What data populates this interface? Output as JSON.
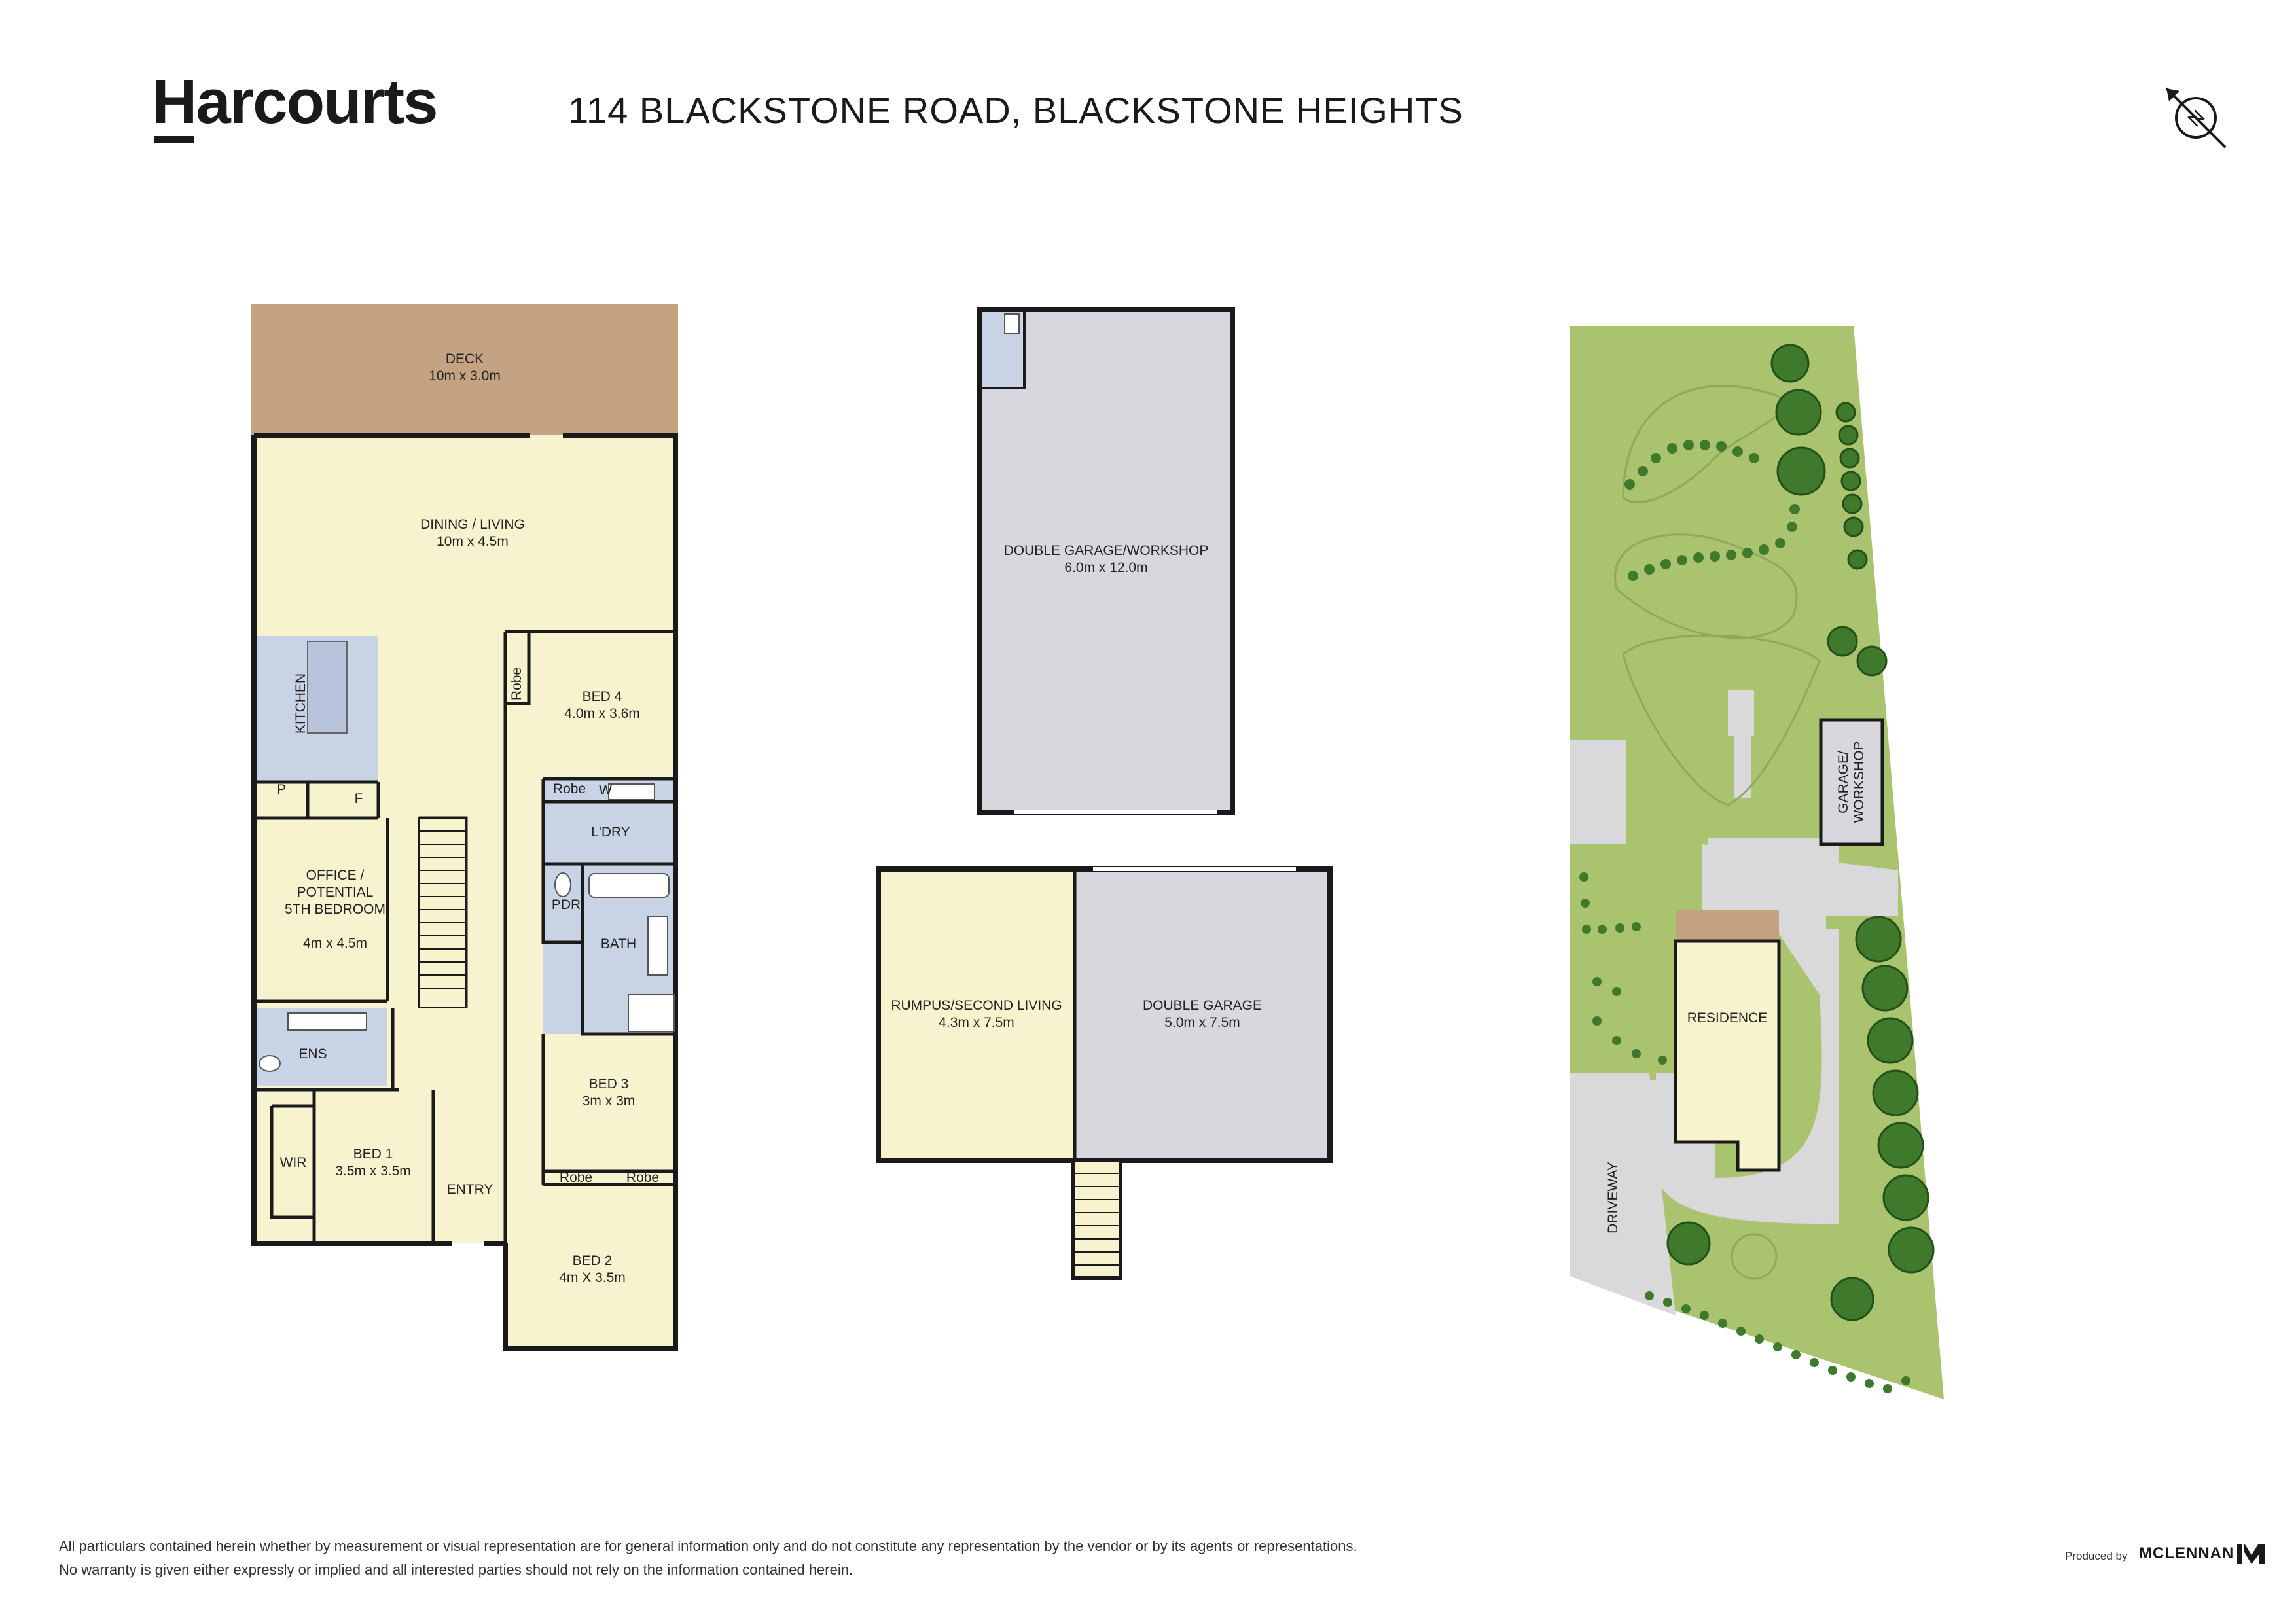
{
  "brand": {
    "logo_text": "Harcourts"
  },
  "header": {
    "address": "114 BLACKSTONE ROAD, BLACKSTONE HEIGHTS"
  },
  "compass": {
    "icon": "north-arrow-icon",
    "letter": "N"
  },
  "colors": {
    "living": "#f7f3cf",
    "wet": "#c9d3e6",
    "garage": "#d7d7dd",
    "deck": "#c3a381",
    "lawn": "#a9c36e",
    "tree": "#3f7a2c",
    "path": "#d9d9dc",
    "wall": "#1a1a1a"
  },
  "main_floor": {
    "deck": {
      "name": "DECK",
      "size": "10m x 3.0m"
    },
    "dining_living": {
      "name": "DINING / LIVING",
      "size": "10m x 4.5m"
    },
    "kitchen": {
      "name": "KITCHEN"
    },
    "pantry": {
      "name": "P"
    },
    "fridge": {
      "name": "F"
    },
    "bed4": {
      "name": "BED 4",
      "size": "4.0m x 3.6m"
    },
    "bed4_robe": {
      "name": "Robe"
    },
    "robe_upper": {
      "name": "Robe"
    },
    "w": {
      "name": "W"
    },
    "laundry": {
      "name": "L'DRY"
    },
    "powder": {
      "name": "PDR"
    },
    "bath": {
      "name": "BATH"
    },
    "office": {
      "name": "OFFICE /\nPOTENTIAL\n5TH BEDROOM",
      "size": "4m x 4.5m"
    },
    "ensuite": {
      "name": "ENS"
    },
    "wir": {
      "name": "WIR"
    },
    "bed1": {
      "name": "BED 1",
      "size": "3.5m x 3.5m"
    },
    "entry": {
      "name": "ENTRY"
    },
    "bed3": {
      "name": "BED 3",
      "size": "3m x 3m"
    },
    "robe_a": {
      "name": "Robe"
    },
    "robe_b": {
      "name": "Robe"
    },
    "bed2": {
      "name": "BED 2",
      "size": "4m X 3.5m"
    }
  },
  "outbuilding": {
    "workshop": {
      "name": "DOUBLE GARAGE/WORKSHOP",
      "size": "6.0m x 12.0m"
    }
  },
  "lower_floor": {
    "rumpus": {
      "name": "RUMPUS/SECOND LIVING",
      "size": "4.3m x 7.5m"
    },
    "garage": {
      "name": "DOUBLE GARAGE",
      "size": "5.0m x 7.5m"
    }
  },
  "site_plan": {
    "garage_label": "GARAGE/\nWORKSHOP",
    "residence_label": "RESIDENCE",
    "driveway_label": "DRIVEWAY"
  },
  "footer": {
    "disclaimer_line1": "All particulars contained herein whether by measurement or visual representation are for general information only and do not constitute any representation by the vendor or by its agents or representations.",
    "disclaimer_line2": "No warranty is given either expressly or implied and all interested parties should not rely on the information contained herein.",
    "produced_by": "Produced by",
    "producer": "MCLENNAN"
  }
}
